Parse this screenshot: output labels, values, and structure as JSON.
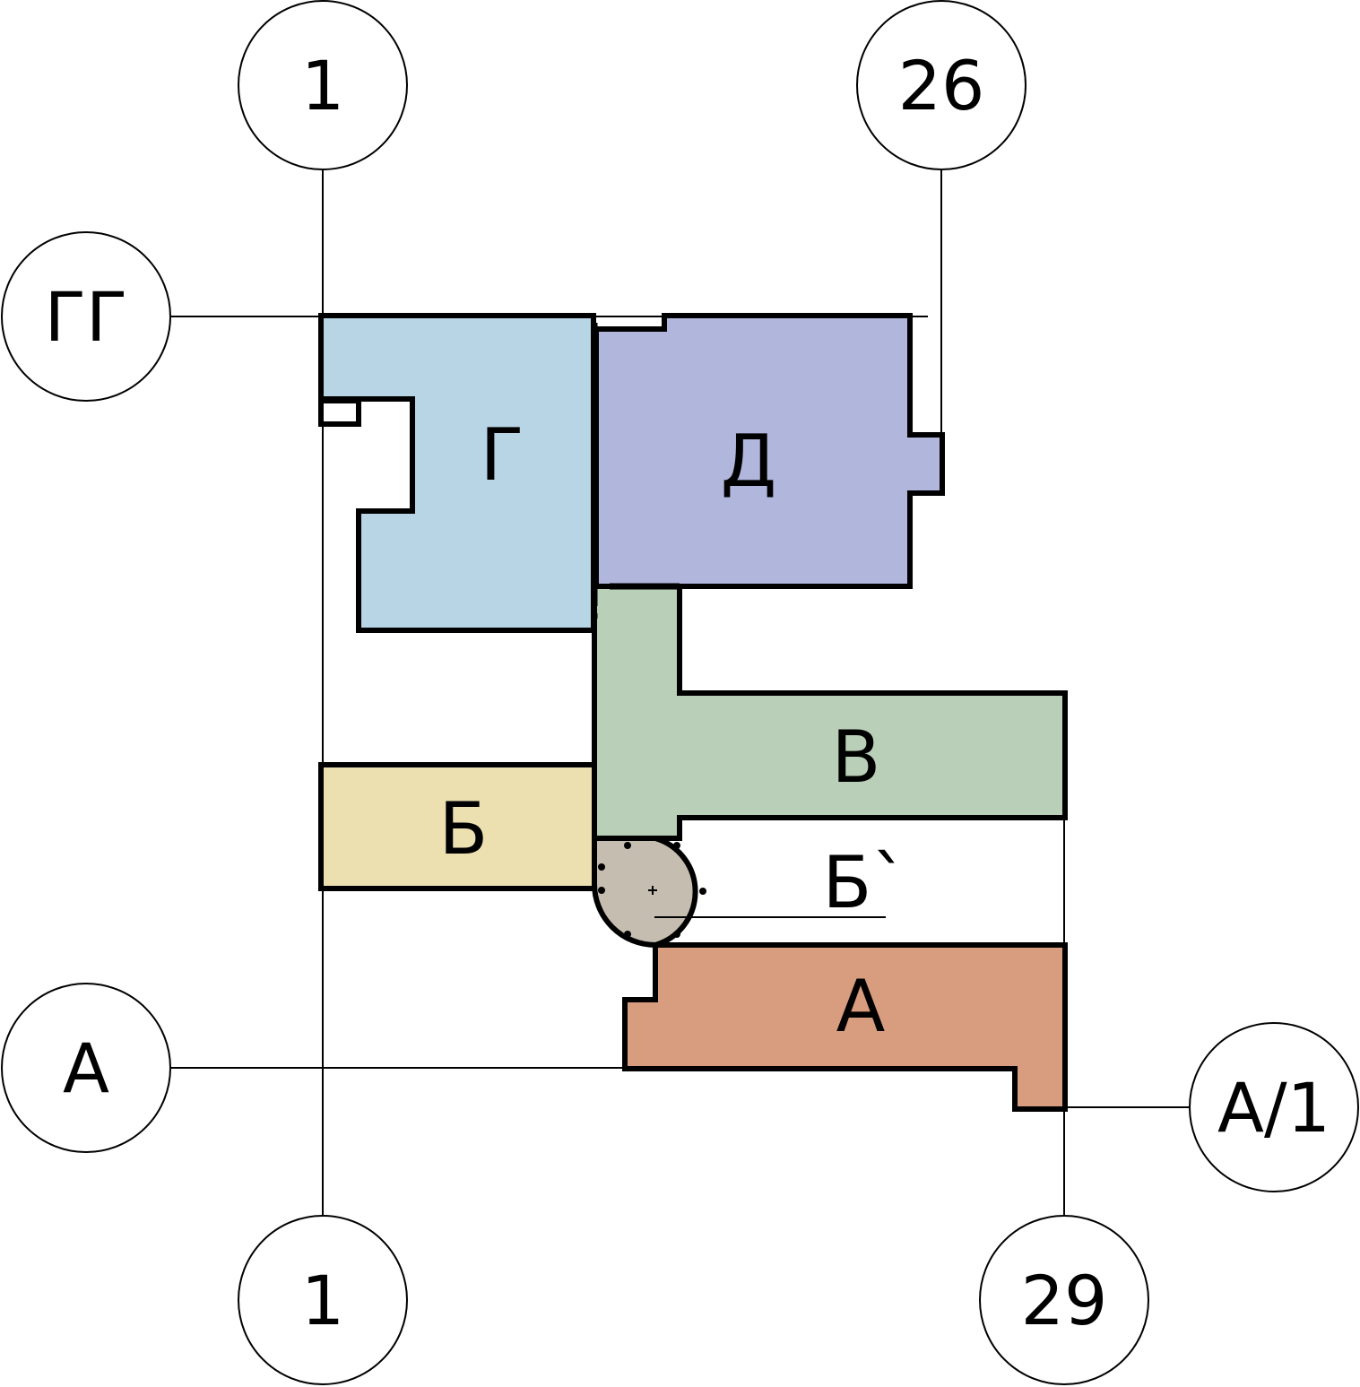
{
  "axes": {
    "top_left": "1",
    "top_right": "26",
    "left_upper": "ГГ",
    "left_lower": "А",
    "right_lower": "А/1",
    "bottom_left": "1",
    "bottom_right": "29"
  },
  "zones": {
    "g": {
      "label": "Г",
      "color": "#b8d5e6"
    },
    "d": {
      "label": "Д",
      "color": "#b1b6dc"
    },
    "v": {
      "label": "В",
      "color": "#bacfb7"
    },
    "b": {
      "label": "Б",
      "color": "#ede0b0"
    },
    "rotunda": {
      "label": "Б`",
      "color": "#c5beb0"
    },
    "a": {
      "label": "А",
      "color": "#d89c7e"
    }
  }
}
